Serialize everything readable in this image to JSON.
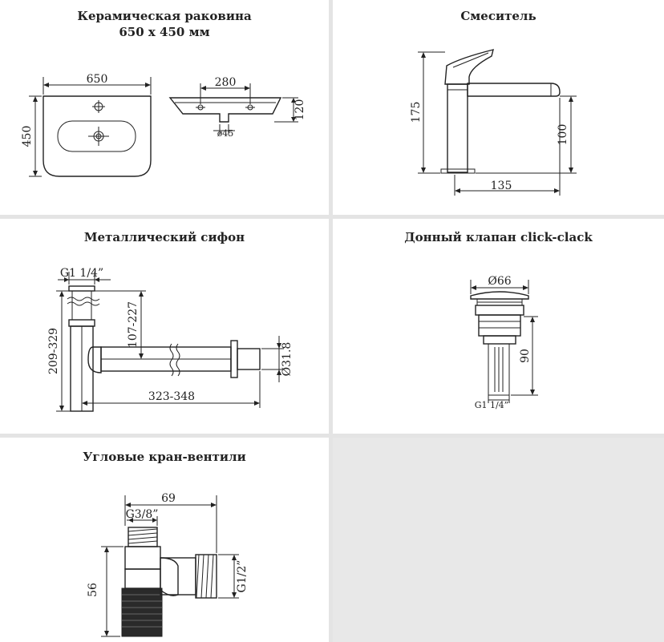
{
  "panels": {
    "sink": {
      "title_line1": "Керамическая раковина",
      "title_line2": "650 х 450 мм",
      "dims": {
        "width": "650",
        "height": "450",
        "holes": "280",
        "depth": "120",
        "drain": "ø45"
      }
    },
    "faucet": {
      "title": "Смеситель",
      "dims": {
        "height": "175",
        "spout_height": "100",
        "reach": "135"
      }
    },
    "siphon": {
      "title": "Металлический сифон",
      "dims": {
        "thread": "G1 1/4”",
        "height": "209-329",
        "adjust": "107-227",
        "length": "323-348",
        "diameter": "Ø31.8"
      }
    },
    "valve": {
      "title": "Донный клапан click-clack",
      "dims": {
        "diameter": "Ø66",
        "height": "90",
        "thread": "G1 1/4”"
      }
    },
    "angle_valve": {
      "title": "Угловые кран-вентили",
      "dims": {
        "width": "69",
        "thread_top": "G3/8”",
        "height": "56",
        "thread_side": "G1/2”"
      }
    }
  },
  "colors": {
    "background": "#e4e4e4",
    "card": "#ffffff",
    "line": "#222222"
  }
}
